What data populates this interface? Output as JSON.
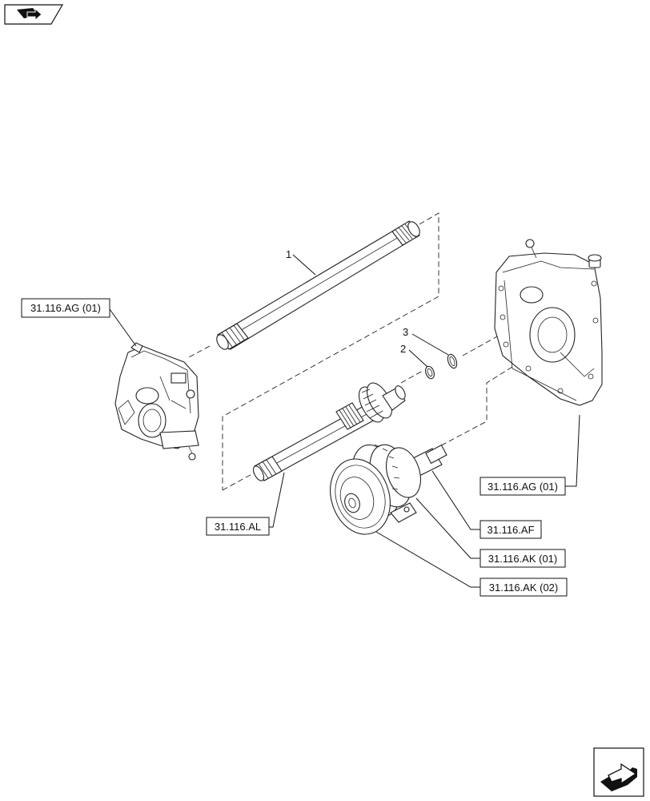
{
  "references": {
    "ag_left": "31.116.AG (01)",
    "ag_right": "31.116.AG (01)",
    "al": "31.116.AL",
    "af": "31.116.AF",
    "ak01": "31.116.AK (01)",
    "ak02": "31.116.AK (02)"
  },
  "item_numbers": {
    "shaft": "1",
    "ring_small": "2",
    "ring_large": "3"
  },
  "icons": {
    "top_left": "book-arrow-icon",
    "bottom_right": "next-page-arrow-icon"
  }
}
